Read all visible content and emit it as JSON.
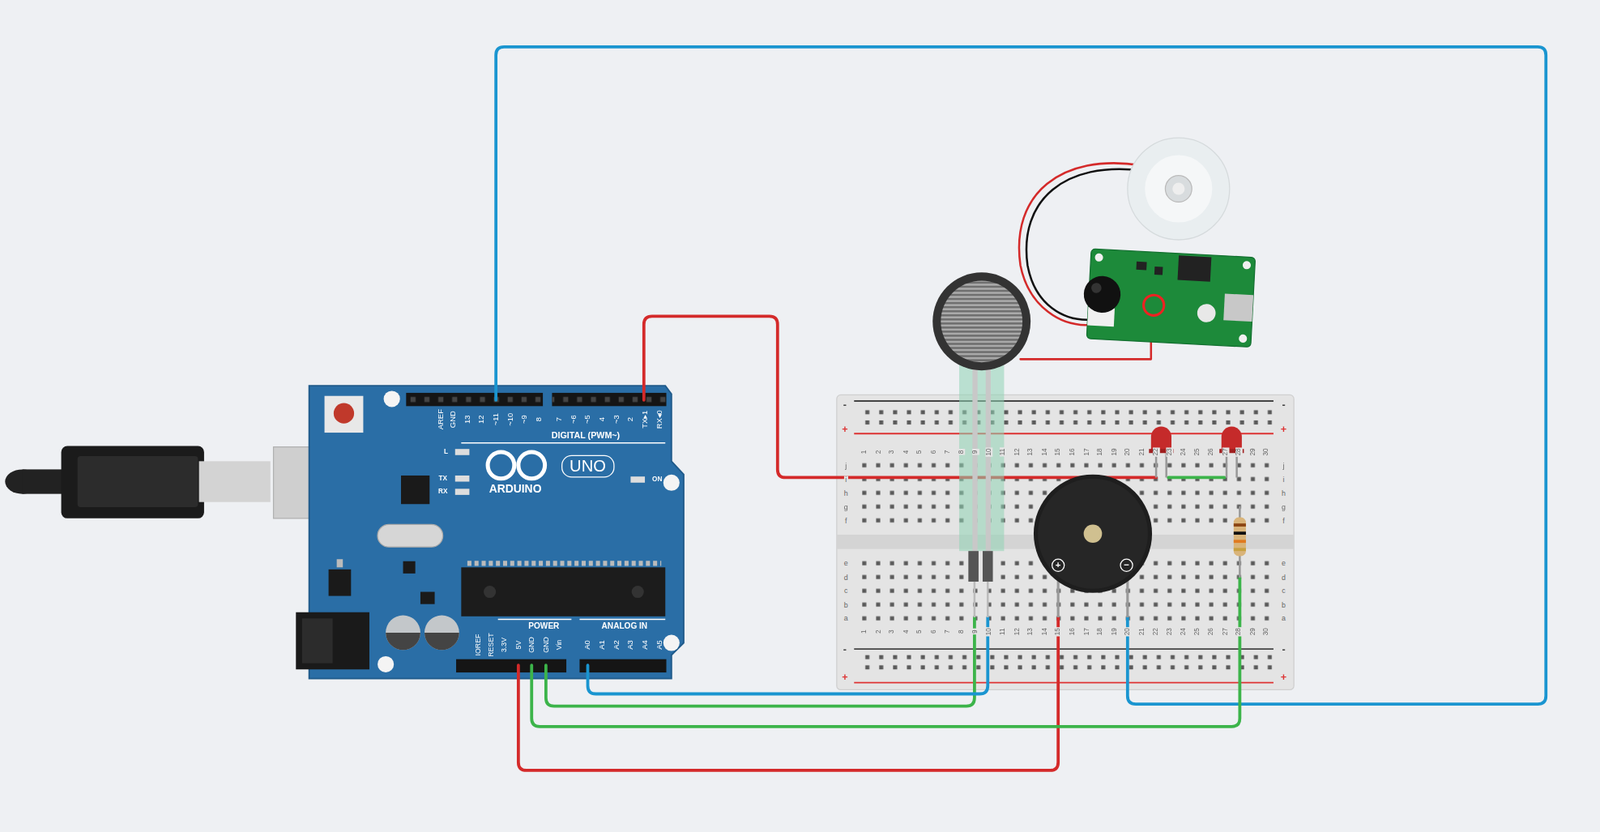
{
  "diagram": {
    "labels": [
      "AREF",
      "GND",
      "13",
      "12",
      "~11",
      "~10",
      "~9",
      "8",
      "7",
      "~6",
      "~5",
      "4",
      "~3",
      "2",
      "TX▸1",
      "RX◂0",
      "DIGITAL (PWM~)",
      "L",
      "TX",
      "RX",
      "ARDUINO",
      "UNO",
      "ON",
      "POWER",
      "ANALOG IN",
      "IOREF",
      "RESET",
      "3.3V",
      "5V",
      "GND",
      "GND",
      "Vin",
      "A0",
      "A1",
      "A2",
      "A3",
      "A4",
      "A5",
      "1",
      "2",
      "3",
      "4",
      "5",
      "6",
      "7",
      "8",
      "9",
      "10",
      "11",
      "12",
      "13",
      "14",
      "15",
      "16",
      "17",
      "18",
      "19",
      "20",
      "21",
      "22",
      "23",
      "24",
      "25",
      "26",
      "27",
      "28",
      "29",
      "30",
      "1",
      "2",
      "3",
      "4",
      "5",
      "6",
      "7",
      "8",
      "9",
      "10",
      "11",
      "12",
      "13",
      "14",
      "15",
      "16",
      "17",
      "18",
      "19",
      "20",
      "21",
      "22",
      "23",
      "24",
      "25",
      "26",
      "27",
      "28",
      "29",
      "30",
      "j",
      "i",
      "h",
      "g",
      "f",
      "e",
      "d",
      "c",
      "b",
      "a",
      "j",
      "i",
      "h",
      "g",
      "f",
      "e",
      "d",
      "c",
      "b",
      "a",
      "-",
      "+",
      "-",
      "+",
      "-",
      "+",
      "-",
      "+",
      "+",
      "−"
    ]
  }
}
